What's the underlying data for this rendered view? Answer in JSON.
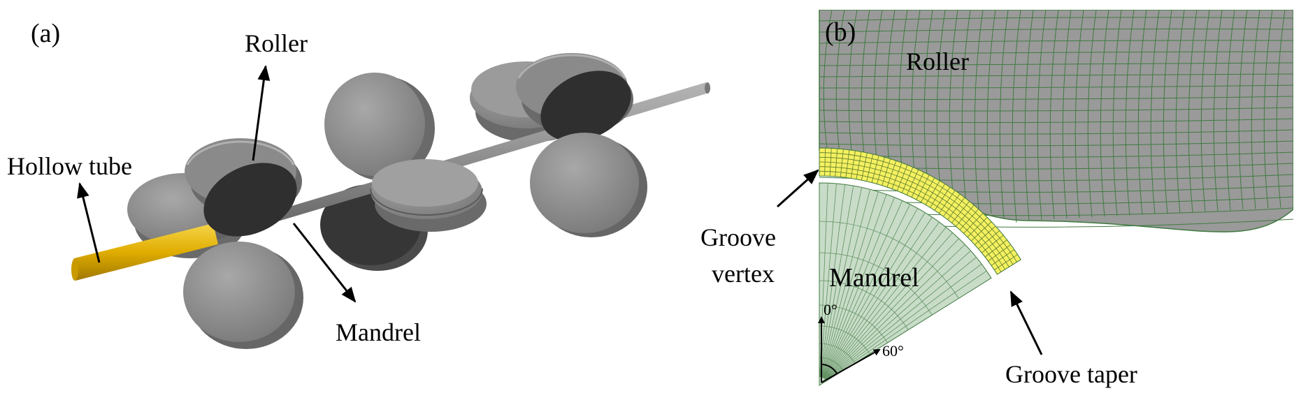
{
  "panel_a": {
    "tag": "(a)",
    "labels": {
      "roller": "Roller",
      "hollow_tube": "Hollow tube",
      "mandrel": "Mandrel"
    }
  },
  "panel_b": {
    "tag": "(b)",
    "labels": {
      "roller": "Roller",
      "groove_vertex_line1": "Groove",
      "groove_vertex_line2": "vertex",
      "mandrel": "Mandrel",
      "groove_taper": "Groove taper",
      "angle_0": "0°",
      "angle_60": "60°"
    }
  },
  "colors": {
    "roller_face": "#8e8e8e",
    "roller_dark_face": "#2f2f2f",
    "roller_rim": "#6e6e6e",
    "mandrel_rod": "#8a8a8a",
    "tube": "#e6b800",
    "mesh_roller_fill": "#9a9a9a",
    "mesh_line": "#3f7a3f",
    "mesh_groove": "#f4f060",
    "mesh_mandrel": "#c8dcc8"
  }
}
